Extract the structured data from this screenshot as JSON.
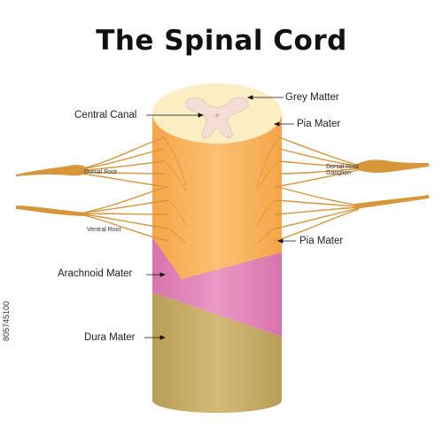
{
  "title": "The Spinal Cord",
  "labels": {
    "grey_matter": "Grey Matter",
    "central_canal": "Central Canal",
    "pia_mater_top": "Pia Mater",
    "dorsal_root": "Dorsal Root",
    "dorsal_root_ganglion_line1": "Dorsal Root",
    "dorsal_root_ganglion_line2": "Ganglion",
    "ventral_root": "Ventral Root",
    "pia_mater_side": "Pia Mater",
    "arachnoid_mater": "Arachnoid Mater",
    "dura_mater": "Dura Mater"
  },
  "side_id": "805745100",
  "colors": {
    "dura": "#c9b06a",
    "arachnoid": "#e285b8",
    "pia": "#f7b05a",
    "top_face": "#fbeec2",
    "grey_matter": "#f3ddd4",
    "nerve": "#d7963a"
  }
}
